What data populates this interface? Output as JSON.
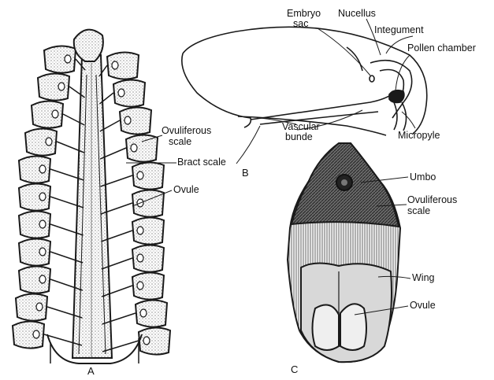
{
  "panels": {
    "a": "A",
    "b": "B",
    "c": "C"
  },
  "labels": {
    "embryo_sac_1": "Embryo",
    "embryo_sac_2": "sac",
    "nucellus": "Nucellus",
    "integument": "Integument",
    "pollen_chamber": "Pollen chamber",
    "vascular_1": "Vascular",
    "vascular_2": "bunde",
    "micropyle": "Micropyle",
    "ovuliferous_a_1": "Ovuliferous",
    "ovuliferous_a_2": "scale",
    "bract_scale": "Bract scale",
    "ovule_a": "Ovule",
    "umbo": "Umbo",
    "ovuliferous_c_1": "Ovuliferous",
    "ovuliferous_c_2": "scale",
    "wing": "Wing",
    "ovule_c": "Ovule"
  },
  "colors": {
    "ink": "#1a1a1a",
    "stipple": "#cfcfcf",
    "shade": "#3a3a3a"
  }
}
